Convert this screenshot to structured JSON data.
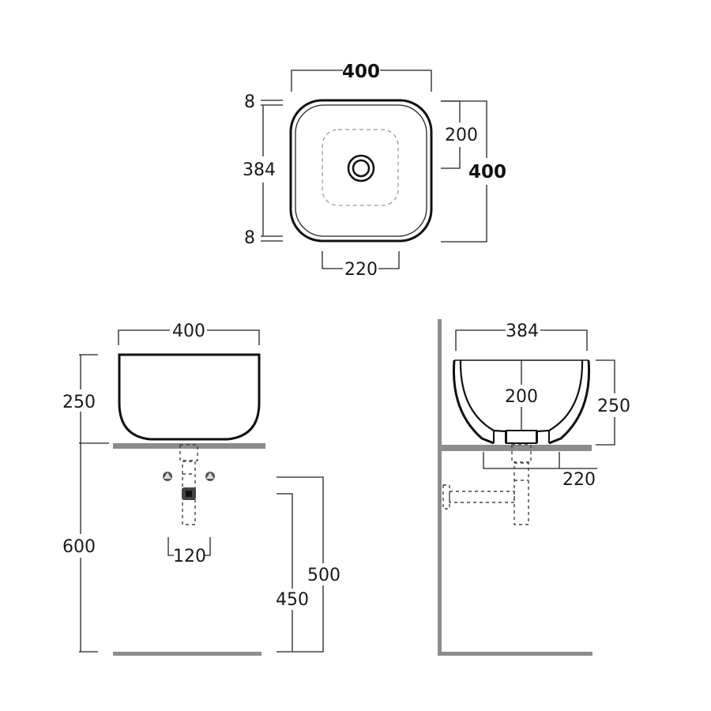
{
  "top_view": {
    "width_label": "400",
    "height_label": "400",
    "inner_label": "384",
    "rim_top_label": "8",
    "rim_bottom_label": "8",
    "waste_offset_label": "200",
    "waste_zone_label": "220"
  },
  "front_view": {
    "width_label": "400",
    "height_label": "250",
    "counter_height_label": "600",
    "tap_spacing_label": "120",
    "supply_height_a_label": "500",
    "supply_height_b_label": "450"
  },
  "side_view": {
    "width_label": "384",
    "height_label": "250",
    "depth_label": "200",
    "waste_zone_label": "220"
  },
  "colors": {
    "outline": "#111111",
    "counter": "#8c8c8c",
    "hidden": "#9a9a9a"
  }
}
